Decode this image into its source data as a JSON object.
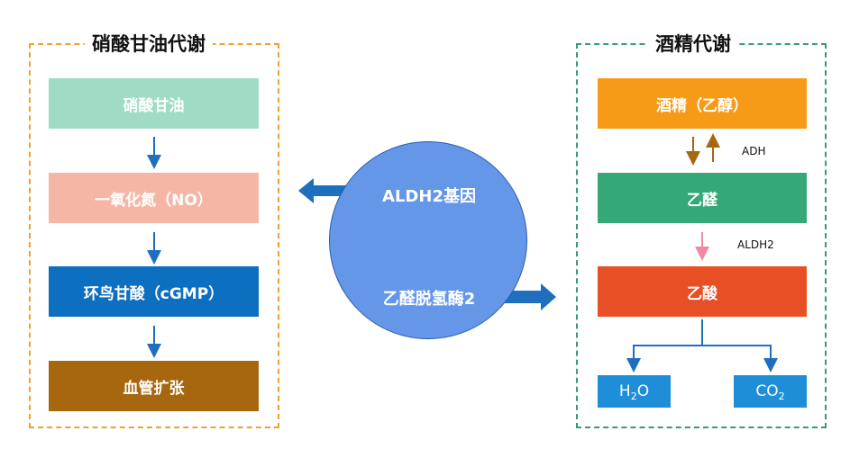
{
  "left_panel": {
    "title": "硝酸甘油代谢",
    "steps": [
      "硝酸甘油",
      "一氧化氮（NO）",
      "环鸟甘酸（cGMP）",
      "血管扩张"
    ]
  },
  "center": {
    "line1": "ALDH2基因",
    "line2": "乙醛脱氢酶2"
  },
  "right_panel": {
    "title": "酒精代谢",
    "steps": [
      "酒精（乙醇）",
      "乙醛",
      "乙酸"
    ],
    "enzyme1": "ADH",
    "enzyme2": "ALDH2",
    "product1_main": "H",
    "product1_sub": "2",
    "product1_tail": "O",
    "product2_main": "CO",
    "product2_sub": "2"
  },
  "colors": {
    "left_border": "#f0a030",
    "right_border": "#3a9a72",
    "step_glycerin": "#9fdcc3",
    "step_no": "#f6b6a6",
    "step_cgmp": "#0c6fbf",
    "step_vaso": "#a7670f",
    "step_alcohol": "#f79a17",
    "step_aldehyde": "#35a877",
    "step_acid": "#e84f24",
    "product": "#1f8ed8",
    "circle": "#6497e8",
    "arrow_blue": "#1f6fbf"
  }
}
